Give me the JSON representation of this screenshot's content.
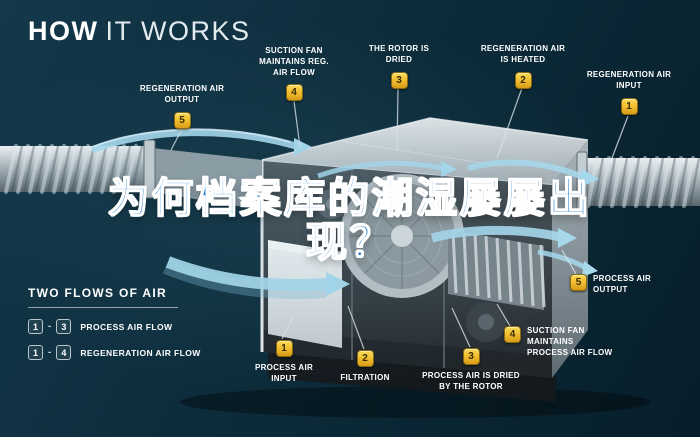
{
  "title": {
    "bold": "HOW",
    "light": "IT WORKS"
  },
  "headline": {
    "line1": "为何档案库的潮湿屡屡出",
    "line2": "现？"
  },
  "callouts": {
    "reg_air_output": {
      "num": "5",
      "label": "REGENERATION AIR OUTPUT"
    },
    "suction_fan_reg": {
      "num": "4",
      "label": "SUCTION FAN MAINTAINS REG. AIR FLOW"
    },
    "rotor_dried": {
      "num": "3",
      "label": "THE ROTOR IS DRIED"
    },
    "reg_air_heated": {
      "num": "2",
      "label": "REGENERATION AIR IS HEATED"
    },
    "reg_air_input": {
      "num": "1",
      "label": "REGENERATION AIR INPUT"
    },
    "process_air_output": {
      "num": "5",
      "label": "PROCESS AIR OUTPUT"
    },
    "suction_fan_process": {
      "num": "4",
      "label": "SUCTION FAN MAINTAINS PROCESS AIR FLOW"
    },
    "process_air_dried": {
      "num": "3",
      "label": "PROCESS AIR IS DRIED BY THE ROTOR"
    },
    "filtration": {
      "num": "2",
      "label": "FILTRATION"
    },
    "process_air_input": {
      "num": "1",
      "label": "PROCESS AIR INPUT"
    }
  },
  "legend": {
    "title": "TWO FLOWS OF AIR",
    "items": [
      {
        "from": "1",
        "separator": "-",
        "to": "3",
        "label": "PROCESS AIR FLOW"
      },
      {
        "from": "1",
        "separator": "-",
        "to": "4",
        "label": "REGENERATION AIR FLOW"
      }
    ]
  },
  "colors": {
    "background": "#0d2d3c",
    "badge_yellow": "#eeba2b",
    "headline_blue": "#1474cf",
    "airflow_blue": "#a8daee"
  }
}
